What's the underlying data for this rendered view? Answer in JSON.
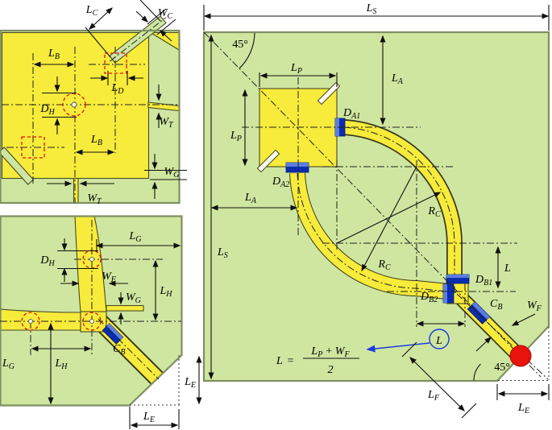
{
  "colors": {
    "substrate_green": "#cfe6a0",
    "conductor_yellow": "#f7eb3b",
    "diode_blue": "#0a2db0",
    "marker_red": "#e8130c",
    "annotation_blue": "#1a3be0"
  },
  "top_left": {
    "lc": {
      "m": "L",
      "s": "C"
    },
    "wc": {
      "m": "W",
      "s": "C"
    },
    "lb_top": {
      "m": "L",
      "s": "B"
    },
    "ld": {
      "m": "L",
      "s": "D"
    },
    "dh": {
      "m": "D",
      "s": "H"
    },
    "lb_bottom": {
      "m": "L",
      "s": "B"
    },
    "wt_right": {
      "m": "W",
      "s": "T"
    },
    "wg": {
      "m": "W",
      "s": "G"
    },
    "wt_bottom": {
      "m": "W",
      "s": "T"
    }
  },
  "bottom_left": {
    "lg_top": {
      "m": "L",
      "s": "G"
    },
    "dh": {
      "m": "D",
      "s": "H"
    },
    "wf": {
      "m": "W",
      "s": "F"
    },
    "wg": {
      "m": "W",
      "s": "G"
    },
    "lh_right": {
      "m": "L",
      "s": "H"
    },
    "lh_bottom": {
      "m": "L",
      "s": "H"
    },
    "lg_left": {
      "m": "L",
      "s": "G"
    },
    "cb": {
      "m": "C",
      "s": "B"
    },
    "le_right": {
      "m": "L",
      "s": "E"
    },
    "le_bottom": {
      "m": "L",
      "s": "E"
    }
  },
  "main": {
    "ls_top": {
      "m": "L",
      "s": "S"
    },
    "ls_left": {
      "m": "L",
      "s": "S"
    },
    "angle_top_left": "45°",
    "angle_bottom_right": "45°",
    "lp_top": {
      "m": "L",
      "s": "P"
    },
    "lp_left": {
      "m": "L",
      "s": "P"
    },
    "la_right": {
      "m": "L",
      "s": "A"
    },
    "la_left": {
      "m": "L",
      "s": "A"
    },
    "da1": {
      "m": "D",
      "s": "A1"
    },
    "da2": {
      "m": "D",
      "s": "A2"
    },
    "rc_upper": {
      "m": "R",
      "s": "C"
    },
    "rc_lower": {
      "m": "R",
      "s": "C"
    },
    "db1": {
      "m": "D",
      "s": "B1"
    },
    "db2": {
      "m": "D",
      "s": "B2"
    },
    "cb": {
      "m": "C",
      "s": "B"
    },
    "wf": {
      "m": "W",
      "s": "F"
    },
    "l_dim": {
      "m": "L",
      "s": ""
    },
    "l_circled": "L",
    "lf": {
      "m": "L",
      "s": "F"
    },
    "le": {
      "m": "L",
      "s": "E"
    },
    "formula": {
      "lhs": "L",
      "eq": "=",
      "num_a": {
        "m": "L",
        "s": "P"
      },
      "plus": "+",
      "num_b": {
        "m": "W",
        "s": "F"
      },
      "den": "2"
    }
  }
}
